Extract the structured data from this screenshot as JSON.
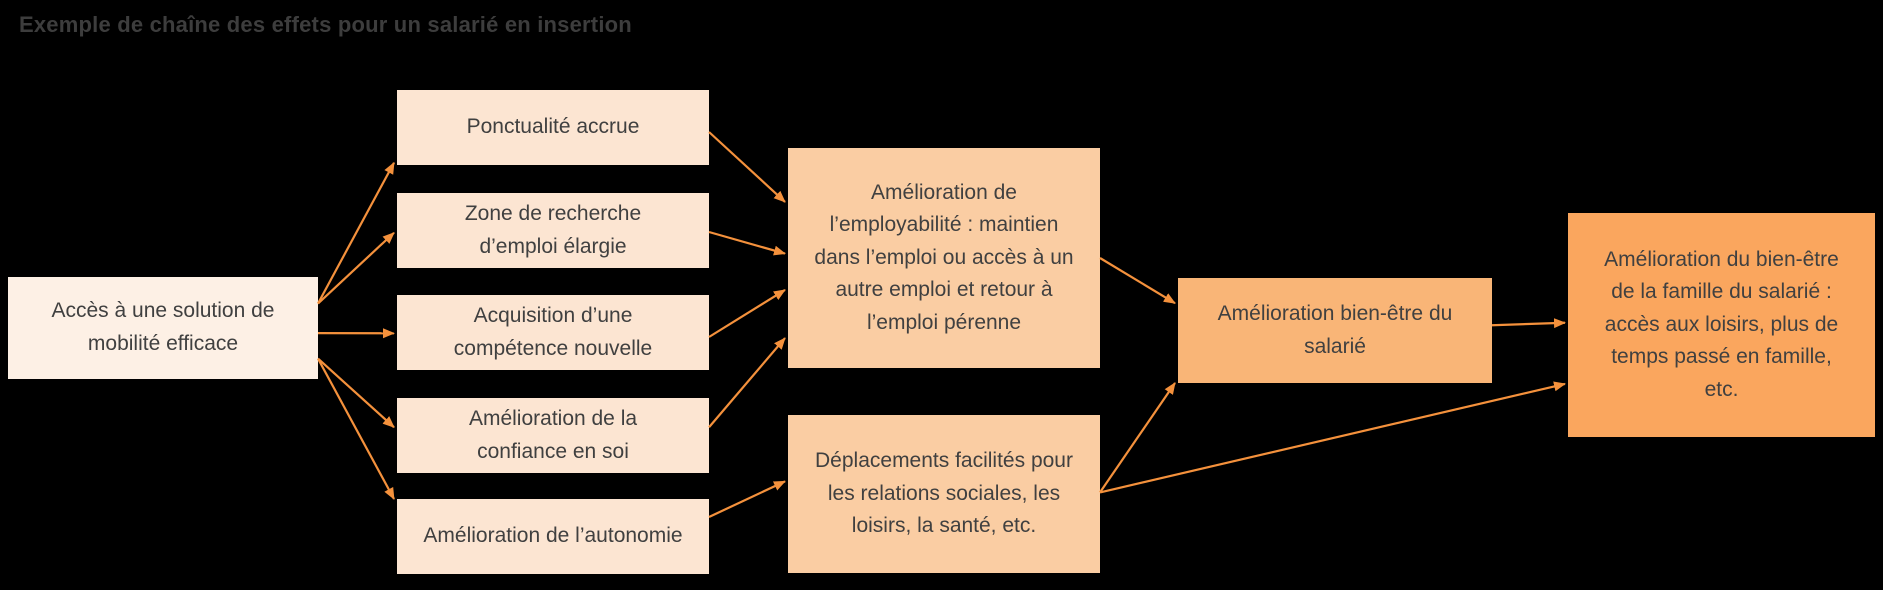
{
  "title": "Exemple de chaîne des effets pour un salarié en insertion",
  "colors": {
    "background": "#000000",
    "title_text": "#3d3d3d",
    "box_text": "#404040",
    "arrow": "#f4913c",
    "level1_bg": "#fdf0e5",
    "level2_bg": "#fce5d2",
    "level3_bg": "#facda3",
    "level4_bg": "#f9b577",
    "level5_bg": "#faa65e"
  },
  "diagram": {
    "nodes": [
      {
        "id": "acces",
        "level": 1,
        "label": "Accès à une solution de mobilité efficace"
      },
      {
        "id": "ponctualite",
        "level": 2,
        "label": "Ponctualité accrue"
      },
      {
        "id": "zone",
        "level": 2,
        "label": "Zone de recherche d’emploi élargie"
      },
      {
        "id": "competence",
        "level": 2,
        "label": "Acquisition d’une compétence nouvelle"
      },
      {
        "id": "confiance",
        "level": 2,
        "label": "Amélioration de la confiance en soi"
      },
      {
        "id": "autonomie",
        "level": 2,
        "label": "Amélioration de l’autonomie"
      },
      {
        "id": "employabilite",
        "level": 3,
        "label": "Amélioration de l’employabilité : maintien dans l’emploi ou accès à un autre emploi et retour à l’emploi pérenne"
      },
      {
        "id": "deplacements",
        "level": 3,
        "label": "Déplacements facilités pour les relations sociales, les loisirs, la santé, etc."
      },
      {
        "id": "bienetre",
        "level": 4,
        "label": "Amélioration bien-être du salarié"
      },
      {
        "id": "famille",
        "level": 5,
        "label": "Amélioration du bien-être de la famille du salarié : accès aux loisirs, plus de temps passé en famille, etc."
      }
    ],
    "edges": [
      {
        "from": "acces",
        "to": "ponctualite",
        "fromFrac": 0.26,
        "toFrac": 0.97
      },
      {
        "from": "acces",
        "to": "zone",
        "fromFrac": 0.26,
        "toFrac": 0.53
      },
      {
        "from": "acces",
        "to": "competence",
        "fromFrac": 0.55,
        "toFrac": 0.51
      },
      {
        "from": "acces",
        "to": "confiance",
        "fromFrac": 0.8,
        "toFrac": 0.39
      },
      {
        "from": "acces",
        "to": "autonomie",
        "fromFrac": 0.8,
        "toFrac": 0.0
      },
      {
        "from": "ponctualite",
        "to": "employabilite",
        "fromFrac": 0.56,
        "toFrac": 0.245
      },
      {
        "from": "zone",
        "to": "employabilite",
        "fromFrac": 0.52,
        "toFrac": 0.48
      },
      {
        "from": "competence",
        "to": "employabilite",
        "fromFrac": 0.56,
        "toFrac": 0.645
      },
      {
        "from": "confiance",
        "to": "employabilite",
        "fromFrac": 0.39,
        "toFrac": 0.864
      },
      {
        "from": "autonomie",
        "to": "deplacements",
        "fromFrac": 0.24,
        "toFrac": 0.42
      },
      {
        "from": "employabilite",
        "to": "bienetre",
        "fromFrac": 0.5,
        "toFrac": 0.24
      },
      {
        "from": "deplacements",
        "to": "bienetre",
        "fromFrac": 0.49,
        "toFrac": 1.0
      },
      {
        "from": "deplacements",
        "to": "famille",
        "fromFrac": 0.49,
        "toFrac": 0.763
      },
      {
        "from": "bienetre",
        "to": "famille",
        "fromFrac": 0.45,
        "toFrac": 0.49
      }
    ]
  }
}
